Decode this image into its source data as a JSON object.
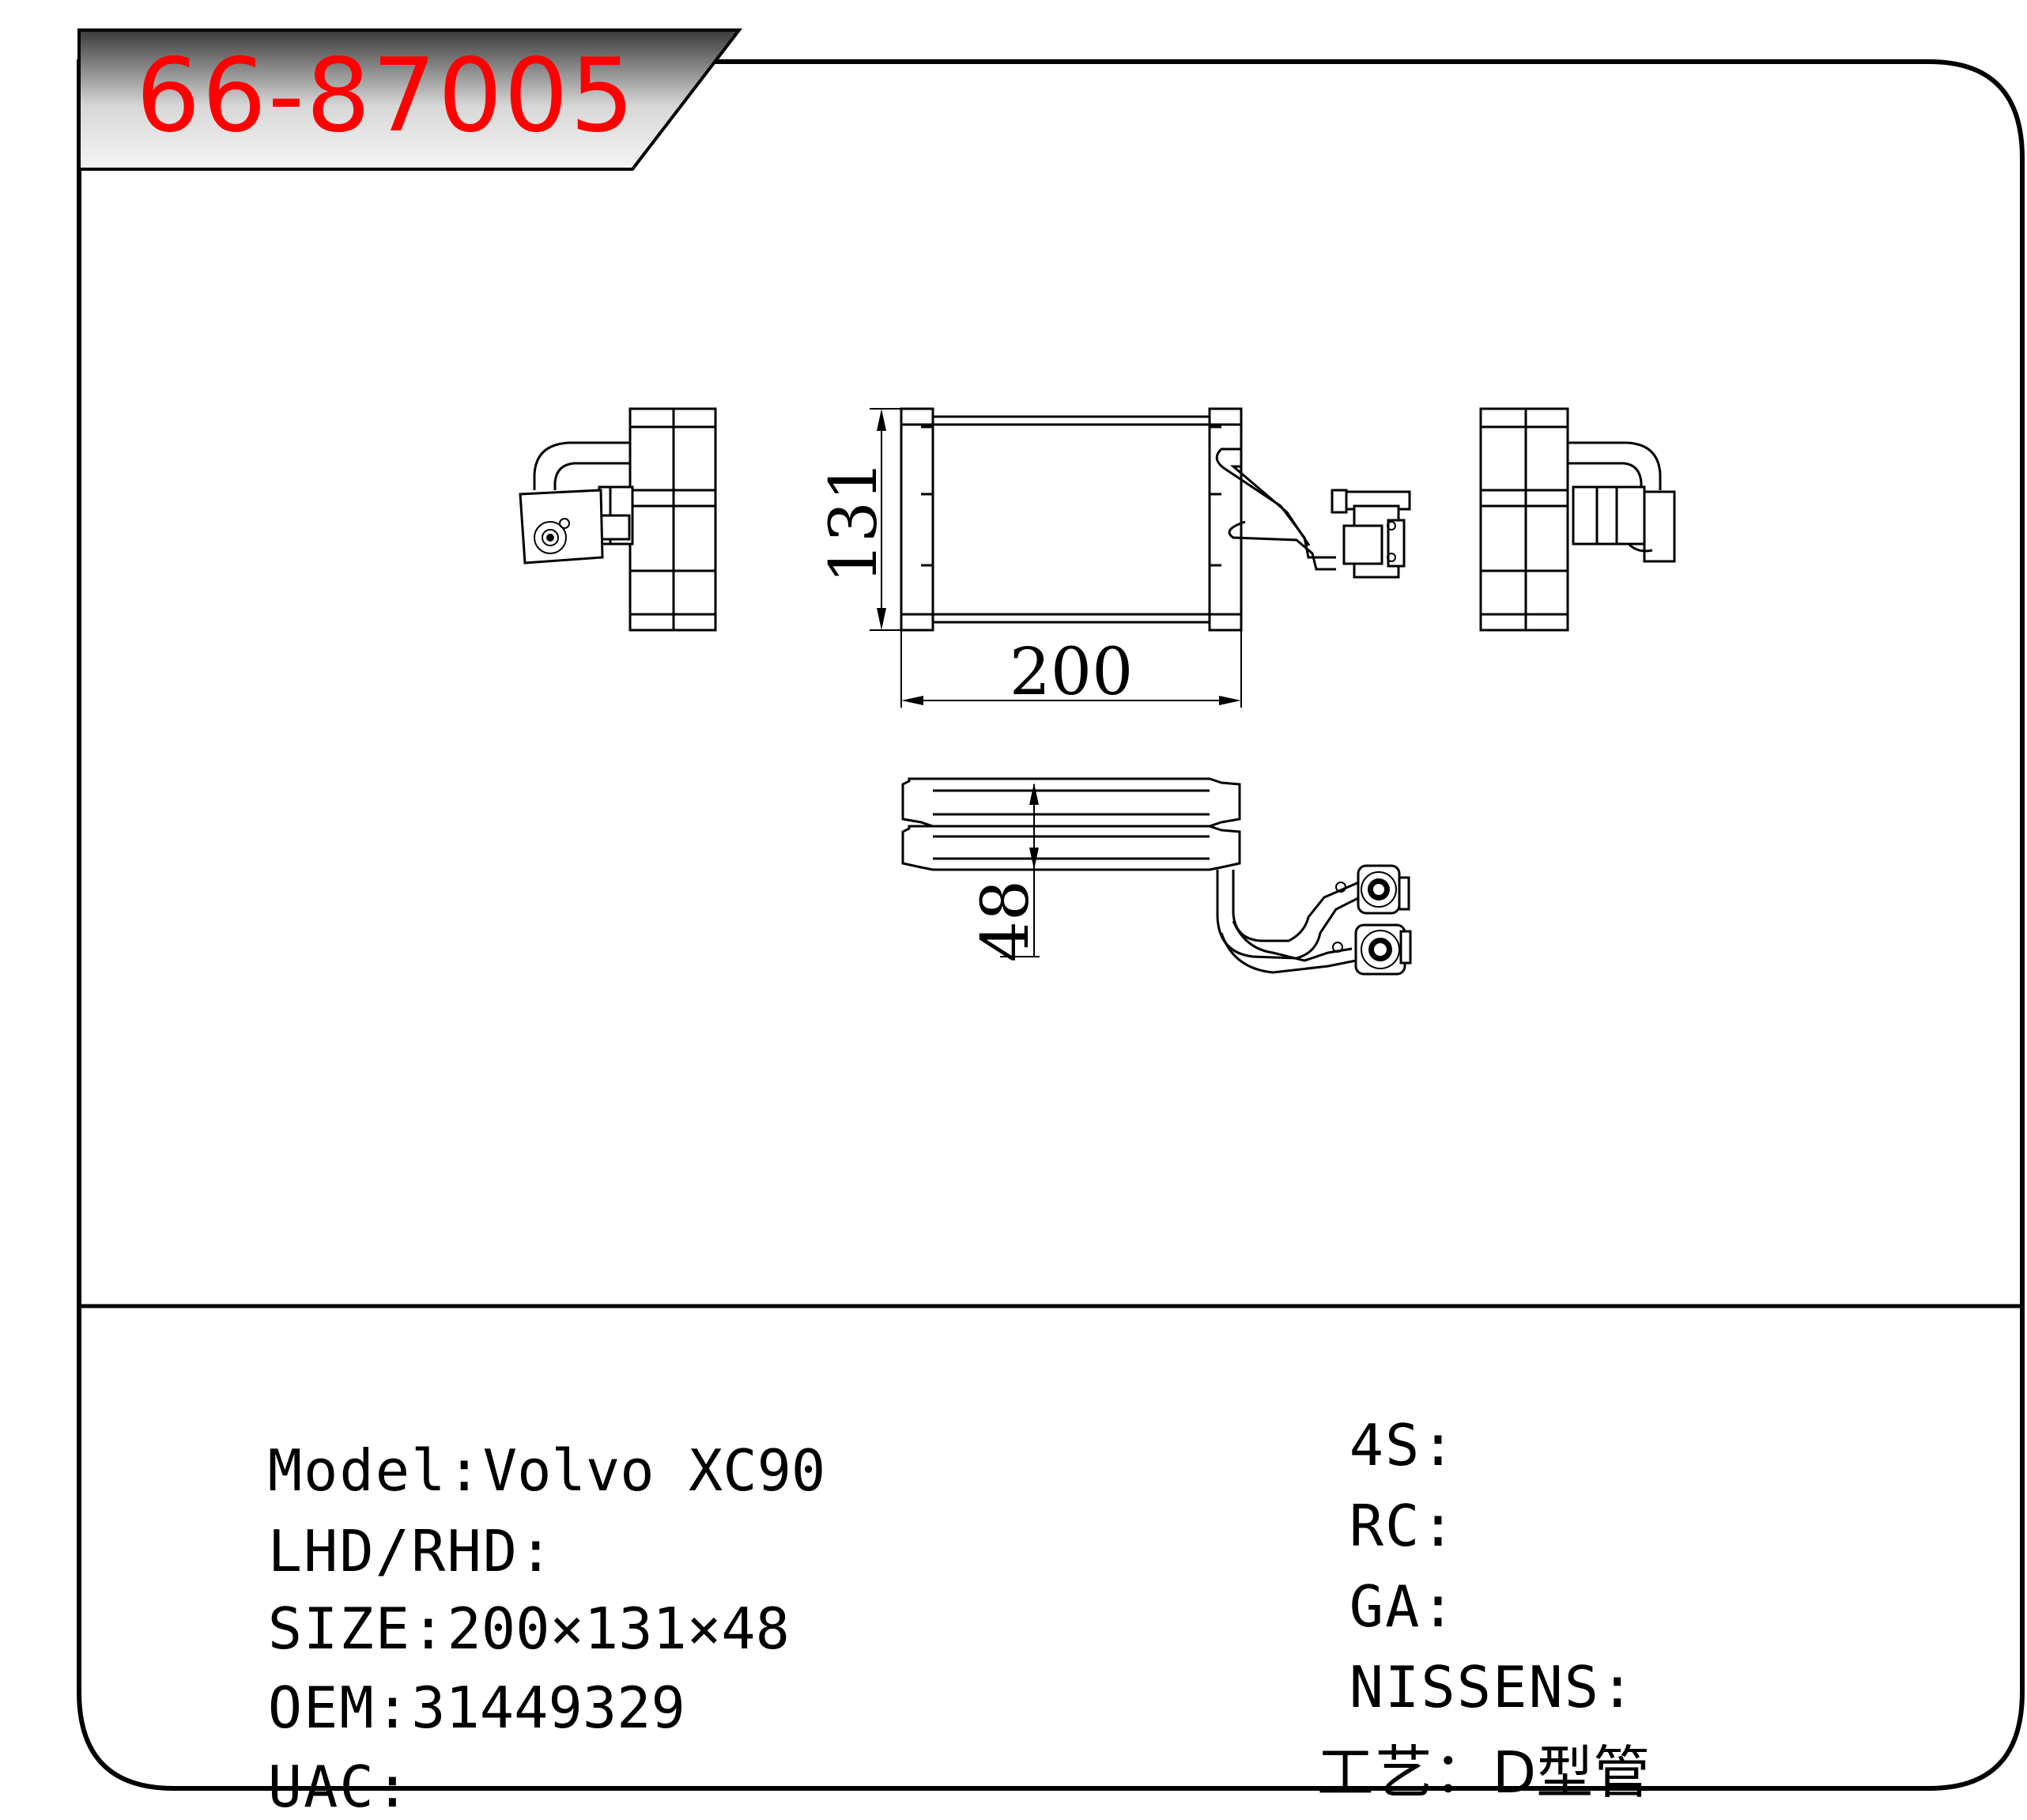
{
  "part_number": "66-87005",
  "dimensions": {
    "width_label": "200",
    "height_label": "131",
    "depth_label": "48"
  },
  "specs_left": [
    {
      "label": "Model:",
      "value": "Volvo XC90"
    },
    {
      "label": "LHD/RHD:",
      "value": ""
    },
    {
      "label": "SIZE:",
      "value": "200×131×48"
    },
    {
      "label": "OEM:",
      "value": "31449329"
    },
    {
      "label": "UAC:",
      "value": ""
    }
  ],
  "specs_right": [
    {
      "label": "4S:",
      "value": ""
    },
    {
      "label": "RC:",
      "value": ""
    },
    {
      "label": "GA:",
      "value": ""
    },
    {
      "label": "NISSENS:",
      "value": ""
    },
    {
      "label": "工艺：",
      "value": "D型管"
    }
  ],
  "colors": {
    "title_text": "#ff0000",
    "title_tab_gradient_dark": "#3a3a3a",
    "title_tab_gradient_light": "#f2f2f2",
    "line": "#000000"
  }
}
